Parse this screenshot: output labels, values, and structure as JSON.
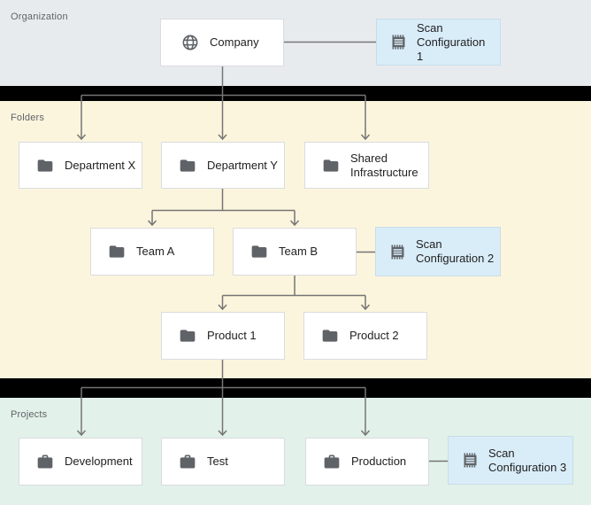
{
  "sections": {
    "organization": {
      "label": "Organization"
    },
    "folders": {
      "label": "Folders"
    },
    "projects": {
      "label": "Projects"
    }
  },
  "nodes": {
    "company": {
      "label": "Company",
      "icon": "globe-icon",
      "section": "organization"
    },
    "department_x": {
      "label": "Department X",
      "icon": "folder-icon",
      "section": "folders"
    },
    "department_y": {
      "label": "Department Y",
      "icon": "folder-icon",
      "section": "folders"
    },
    "shared_infrastructure": {
      "label": "Shared Infrastructure",
      "icon": "folder-icon",
      "section": "folders"
    },
    "team_a": {
      "label": "Team A",
      "icon": "folder-icon",
      "section": "folders"
    },
    "team_b": {
      "label": "Team B",
      "icon": "folder-icon",
      "section": "folders"
    },
    "product_1": {
      "label": "Product 1",
      "icon": "folder-icon",
      "section": "folders"
    },
    "product_2": {
      "label": "Product 2",
      "icon": "folder-icon",
      "section": "folders"
    },
    "development": {
      "label": "Development",
      "icon": "briefcase-icon",
      "section": "projects"
    },
    "test": {
      "label": "Test",
      "icon": "briefcase-icon",
      "section": "projects"
    },
    "production": {
      "label": "Production",
      "icon": "briefcase-icon",
      "section": "projects"
    }
  },
  "scan_configs": {
    "scan_1": {
      "label": "Scan Configuration 1",
      "icon": "scan-document-icon",
      "attached_to": "company"
    },
    "scan_2": {
      "label": "Scan Configuration 2",
      "icon": "scan-document-icon",
      "attached_to": "team_b"
    },
    "scan_3": {
      "label": "Scan Configuration 3",
      "icon": "scan-document-icon",
      "attached_to": "production"
    }
  },
  "hierarchy_edges": [
    {
      "from": "company",
      "to": [
        "department_x",
        "department_y",
        "shared_infrastructure"
      ]
    },
    {
      "from": "department_y",
      "to": [
        "team_a",
        "team_b"
      ]
    },
    {
      "from": "team_b",
      "to": [
        "product_1",
        "product_2"
      ]
    },
    {
      "from": "product_1",
      "to": [
        "development",
        "test",
        "production"
      ]
    }
  ],
  "colors": {
    "organization_bg": "#E8EBEE",
    "folders_bg": "#FCF5DD",
    "projects_bg": "#E2F1E9",
    "divider": "#000000",
    "node_bg": "#FFFFFF",
    "node_border": "#DADCE0",
    "scan_bg": "#D9EDF9",
    "scan_border": "#C9DCE8",
    "connector": "#757575",
    "icon": "#5F6368",
    "section_label_text": "#5F6368",
    "node_text": "#212121"
  }
}
